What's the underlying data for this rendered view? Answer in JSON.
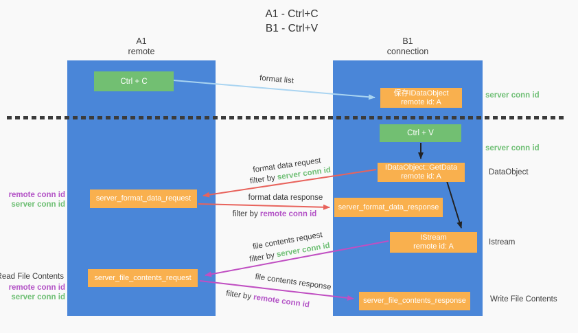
{
  "title": {
    "line1": "A1 - Ctrl+C",
    "line2": "B1 - Ctrl+V"
  },
  "lifelines": {
    "a1": {
      "name": "A1",
      "subtitle": "remote"
    },
    "b1": {
      "name": "B1",
      "subtitle": "connection"
    }
  },
  "boxes": {
    "ctrl_c": "Ctrl + C",
    "save_idataobject": {
      "line1": "保存IDataObject",
      "line2": "remote id: A"
    },
    "ctrl_v": "Ctrl + V",
    "getdata": {
      "line1": "IDataObject::GetData",
      "line2": "remote id: A"
    },
    "format_request": "server_format_data_request",
    "format_response": "server_format_data_response",
    "istream": {
      "line1": "IStream",
      "line2": "remote id: A"
    },
    "file_request": "server_file_contents_request",
    "file_response": "server_file_contents_response"
  },
  "arrow_labels": {
    "format_list": "format list",
    "format_data_request": "format data request",
    "format_data_response": "format data response",
    "file_contents_request": "file contents request",
    "file_contents_response": "file contents response",
    "filter_prefix": "filter by ",
    "server_conn_id": "server conn id",
    "remote_conn_id": "remote conn id"
  },
  "annotations": {
    "server_conn_id_top": "server conn id",
    "server_conn_id_mid": "server conn id",
    "dataobject": "DataObject",
    "istream": "Istream",
    "write_file_contents": "Write File Contents",
    "read_file_contents": "Read File Contents",
    "format_row": {
      "remote": "remote conn id",
      "server": "server conn id"
    },
    "file_row": {
      "remote": "remote conn id",
      "server": "server conn id"
    }
  },
  "colors": {
    "background": "#f9f9f9",
    "column_blue": "#4a86d8",
    "box_green": "#72bf72",
    "box_orange": "#f9b04e",
    "conn_green": "#6fbf75",
    "conn_purple": "#b353c6",
    "arrow_lightblue": "#a9d4f1",
    "arrow_red": "#e8635c",
    "arrow_magenta": "#c04fc2",
    "arrow_black": "#222222",
    "separator_dark": "#3b3b3b"
  }
}
